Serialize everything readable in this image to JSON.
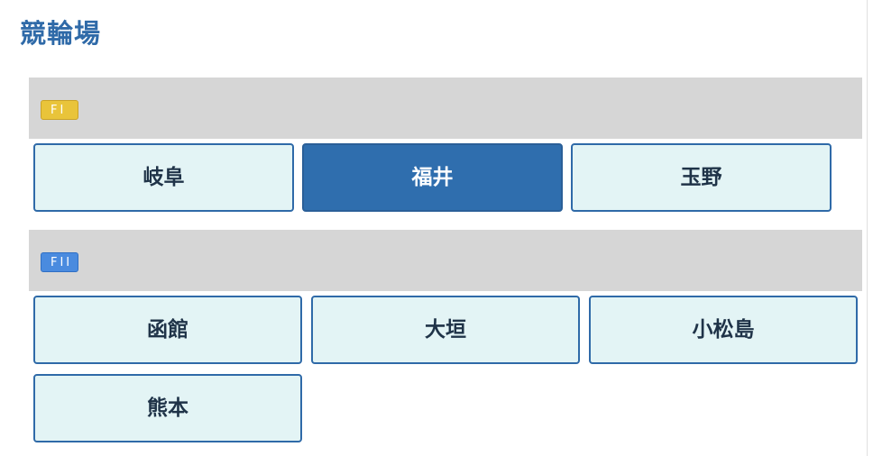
{
  "page": {
    "title": "競輪場"
  },
  "groups": [
    {
      "grade": "FI",
      "venues": [
        {
          "label": "岐阜",
          "selected": false
        },
        {
          "label": "福井",
          "selected": true
        },
        {
          "label": "玉野",
          "selected": false
        }
      ]
    },
    {
      "grade": "FII",
      "venues": [
        {
          "label": "函館",
          "selected": false
        },
        {
          "label": "大垣",
          "selected": false
        },
        {
          "label": "小松島",
          "selected": false
        },
        {
          "label": "熊本",
          "selected": false
        }
      ]
    }
  ],
  "colors": {
    "title": "#2f6aa8",
    "header_bg": "#d6d6d6",
    "button_bg": "#e3f4f5",
    "button_border": "#2f6aa8",
    "button_active_bg": "#2f6eae",
    "badge_fi": "#e9c43a",
    "badge_fii": "#4a8bdf"
  }
}
